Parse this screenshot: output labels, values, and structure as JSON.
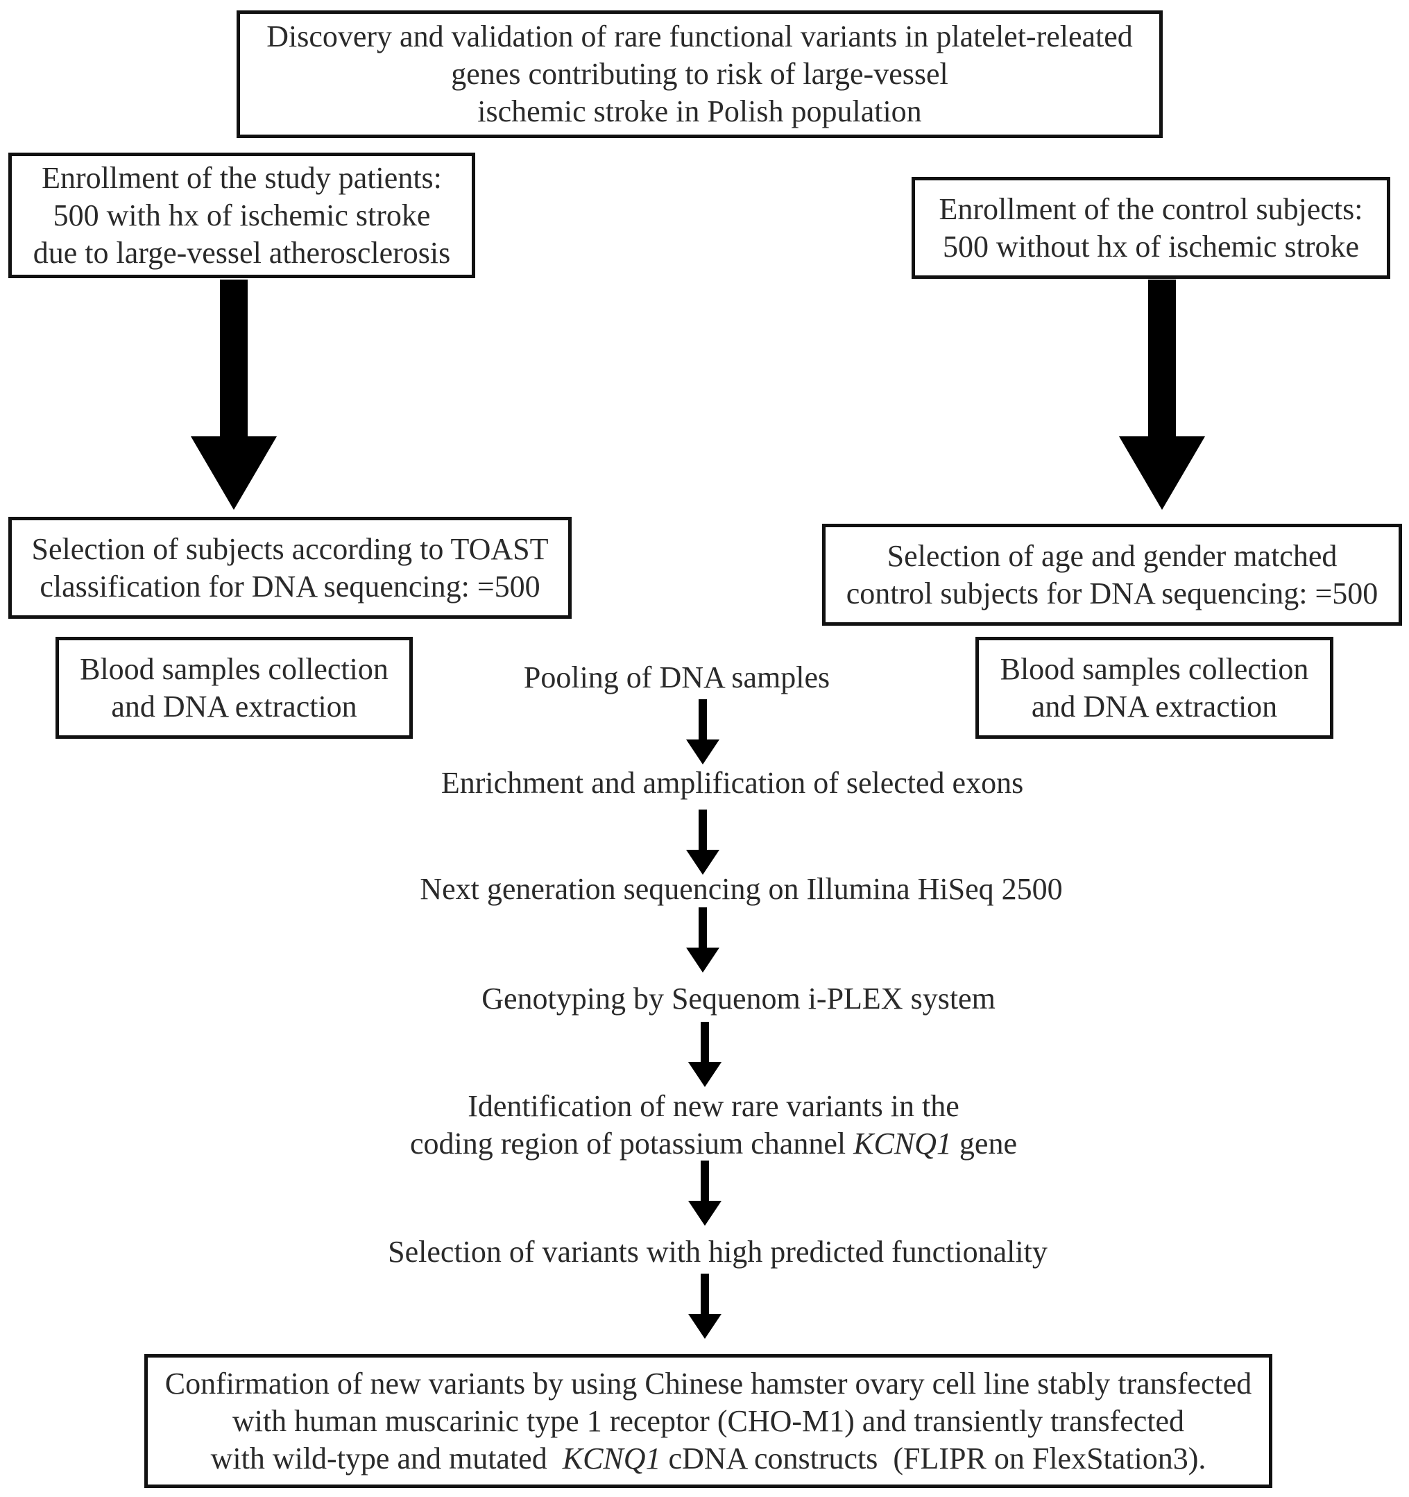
{
  "title_box": {
    "lines": [
      "Discovery and validation of rare functional variants in platelet-releated",
      "genes contributing to risk of large-vessel",
      "ischemic stroke in Polish population"
    ]
  },
  "left_column": {
    "enrollment": {
      "lines": [
        "Enrollment of the study patients:",
        "500 with hx of ischemic stroke",
        "due to large-vessel atherosclerosis"
      ]
    },
    "selection": {
      "lines": [
        "Selection of subjects according to TOAST",
        "classification for DNA sequencing: =500"
      ]
    },
    "blood": {
      "lines": [
        "Blood samples collection",
        "and DNA extraction"
      ]
    }
  },
  "right_column": {
    "enrollment": {
      "lines": [
        "Enrollment of the control subjects:",
        "500 without hx of ischemic stroke"
      ]
    },
    "selection": {
      "lines": [
        "Selection of age and gender matched",
        "control subjects for DNA sequencing: =500"
      ]
    },
    "blood": {
      "lines": [
        "Blood samples collection",
        "and DNA extraction"
      ]
    }
  },
  "pipeline": {
    "pooling": "Pooling of DNA samples",
    "enrichment": "Enrichment and amplification of selected exons",
    "ngs": "Next generation sequencing on Illumina HiSeq 2500",
    "genotyping": "Genotyping by Sequenom i-PLEX system",
    "identification": {
      "line1": "Identification of new rare variants in the",
      "line2_pre": "coding region of potassium channel ",
      "line2_gene": "KCNQ1",
      "line2_post": " gene"
    },
    "selection_variants": "Selection of variants with high predicted functionality"
  },
  "confirmation_box": {
    "line1": "Confirmation of new variants by using Chinese hamster ovary cell line stably transfected",
    "line2": "with human muscarinic type 1 receptor (CHO-M1) and transiently transfected",
    "line3_pre": "with wild-type and mutated  ",
    "line3_gene": "KCNQ1",
    "line3_post": " cDNA constructs  (FLIPR on FlexStation3)."
  },
  "colors": {
    "border": "#111111",
    "text": "#2a2a2a",
    "arrow": "#000000",
    "background": "#ffffff"
  }
}
